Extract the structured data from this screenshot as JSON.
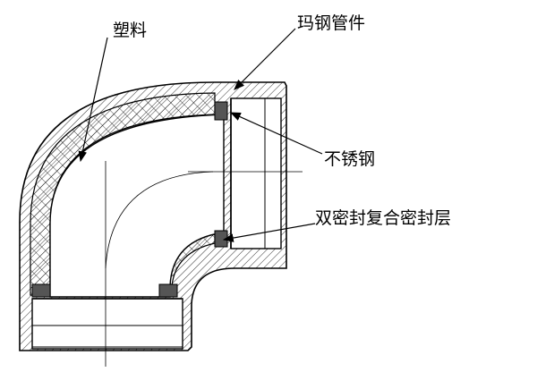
{
  "labels": {
    "plastic": "塑料",
    "malleable_iron_fitting": "玛钢管件",
    "stainless_steel": "不锈钢",
    "double_seal_layer": "双密封复合密封层"
  },
  "colors": {
    "line": "#000000",
    "background": "#ffffff",
    "seal_fill": "#555555"
  }
}
